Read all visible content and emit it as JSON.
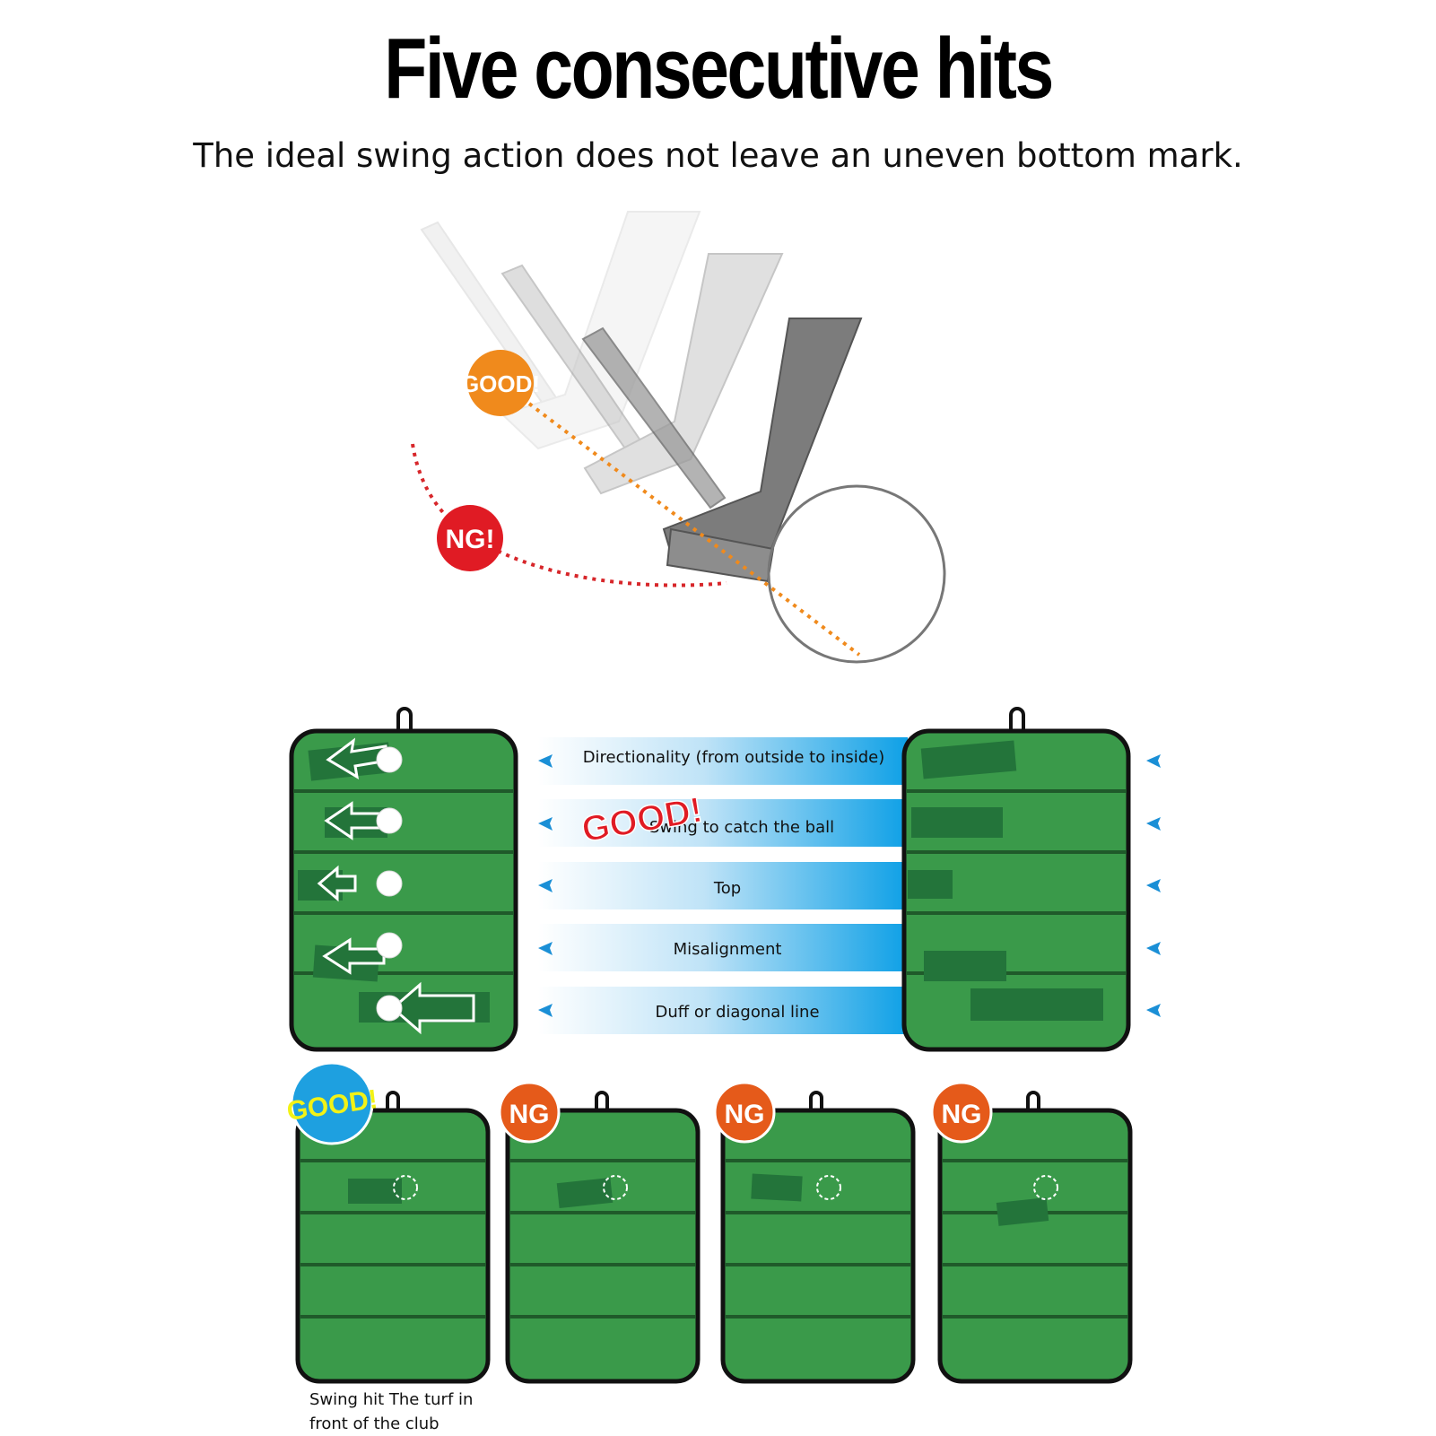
{
  "header": {
    "title": "Five consecutive hits",
    "subtitle": "The ideal swing action does not leave an uneven bottom mark."
  },
  "swing_diagram": {
    "good_badge": "GOOD!",
    "ng_badge": "NG!"
  },
  "mark_chart": {
    "rows": [
      {
        "label": "Directionality (from outside to inside)"
      },
      {
        "label": "Swing to catch the ball",
        "stamp": "GOOD!"
      },
      {
        "label": "Top"
      },
      {
        "label": "Misalignment"
      },
      {
        "label": "Duff or diagonal line"
      }
    ]
  },
  "comparison": {
    "badges": [
      "GOOD!",
      "NG",
      "NG",
      "NG"
    ],
    "caption_line1": "Swing hit The turf in",
    "caption_line2": "front of the club"
  },
  "colors": {
    "turf_green": "#3a9a4a",
    "mark_green": "#23743a",
    "good_orange": "#f08a1c",
    "ng_red": "#e01b24",
    "good_blue": "#1ea0e0",
    "good_yellow": "#f2f216",
    "ng_orange": "#e55a1a",
    "band_blue": "#0ea0e6",
    "arrow_blue": "#1a8fd6"
  }
}
